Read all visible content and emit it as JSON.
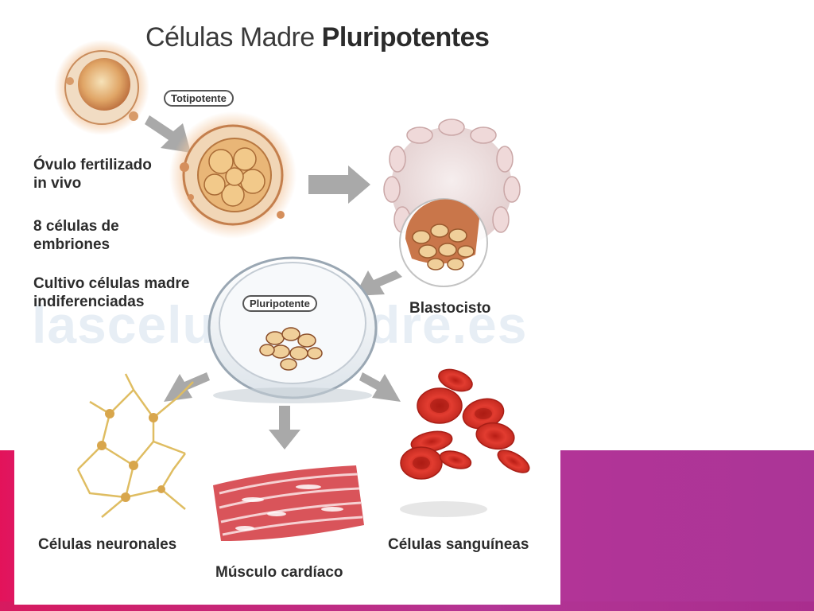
{
  "title": {
    "regular": "Células Madre ",
    "bold": "Pluripotentes"
  },
  "badges": {
    "totipotent": "Totipotente",
    "pluripotent": "Pluripotente"
  },
  "labels": {
    "fertilized_egg": "Óvulo fertilizado\nin vivo",
    "eight_cells": "8 células de\nembriones",
    "culture": "Cultivo células madre\nindiferenciadas",
    "blastocyst": "Blastocisto",
    "neurons": "Células neuronales",
    "cardiac": "Músculo cardíaco",
    "blood": "Células sanguíneas"
  },
  "watermark": "lascelulasmadre.es",
  "colors": {
    "band_pink": "#e3135a",
    "band_purple": "#b43497",
    "cell_orange": "#d9894a",
    "blood_red": "#d9342a",
    "muscle_red": "#d9545a",
    "neuron_yellow": "#e2c46a",
    "arrow_gray": "#a9a9a9"
  }
}
